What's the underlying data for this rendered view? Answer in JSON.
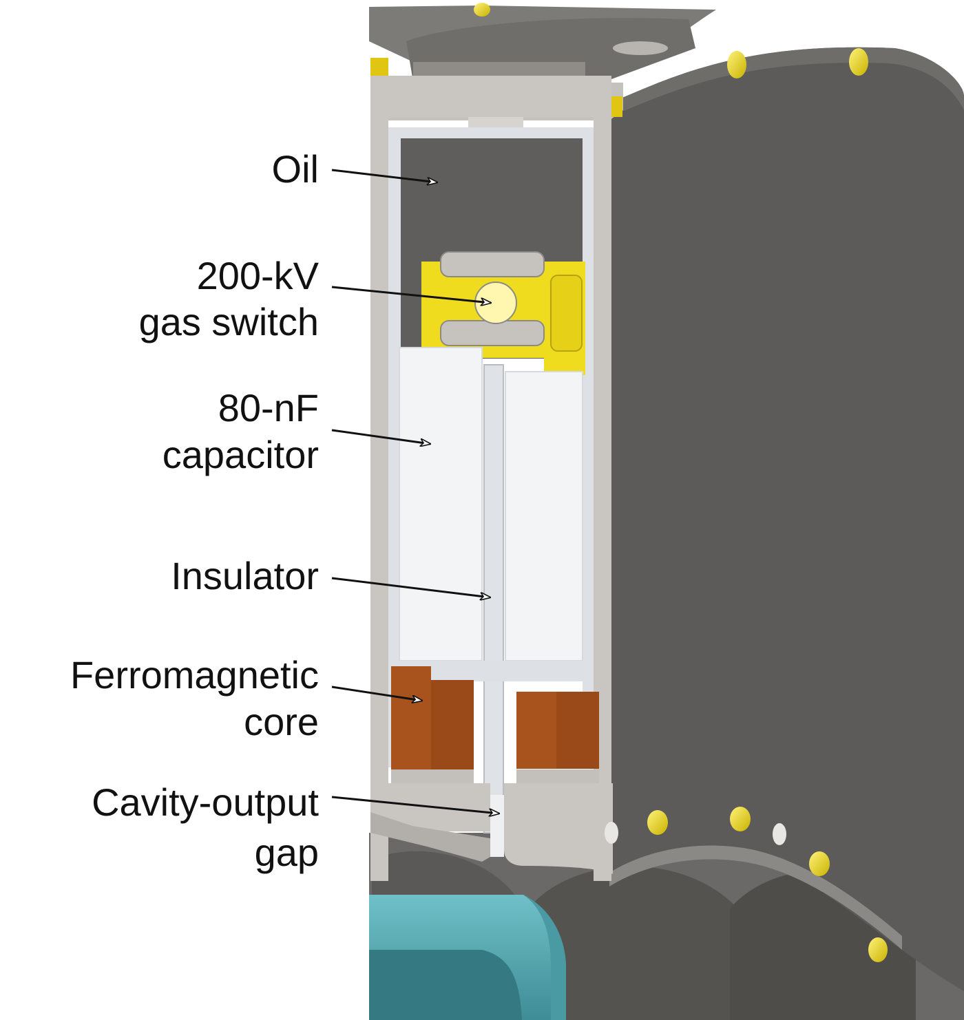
{
  "labels": {
    "oil": [
      "Oil"
    ],
    "gas_switch": [
      "200-kV",
      "gas switch"
    ],
    "capacitor": [
      "80-nF",
      "capacitor"
    ],
    "insulator": [
      "Insulator"
    ],
    "ferromagnetic_core": [
      "Ferromagnetic",
      "core"
    ],
    "cavity_output_gap": [
      "Cavity-output",
      "gap"
    ]
  },
  "colors": {
    "housing_dark": "#5c5b59",
    "housing_light": "#c9c6c2",
    "oil": "#5f5e5c",
    "insulator": "#dce0e4",
    "capacitor": "#f4f5f6",
    "switch_yellow": "#f0dc1e",
    "core_brown": "#a8531e",
    "bolt_yellow": "#e3cf14",
    "teal": "#5fb2bb",
    "arrow": "#111111"
  }
}
